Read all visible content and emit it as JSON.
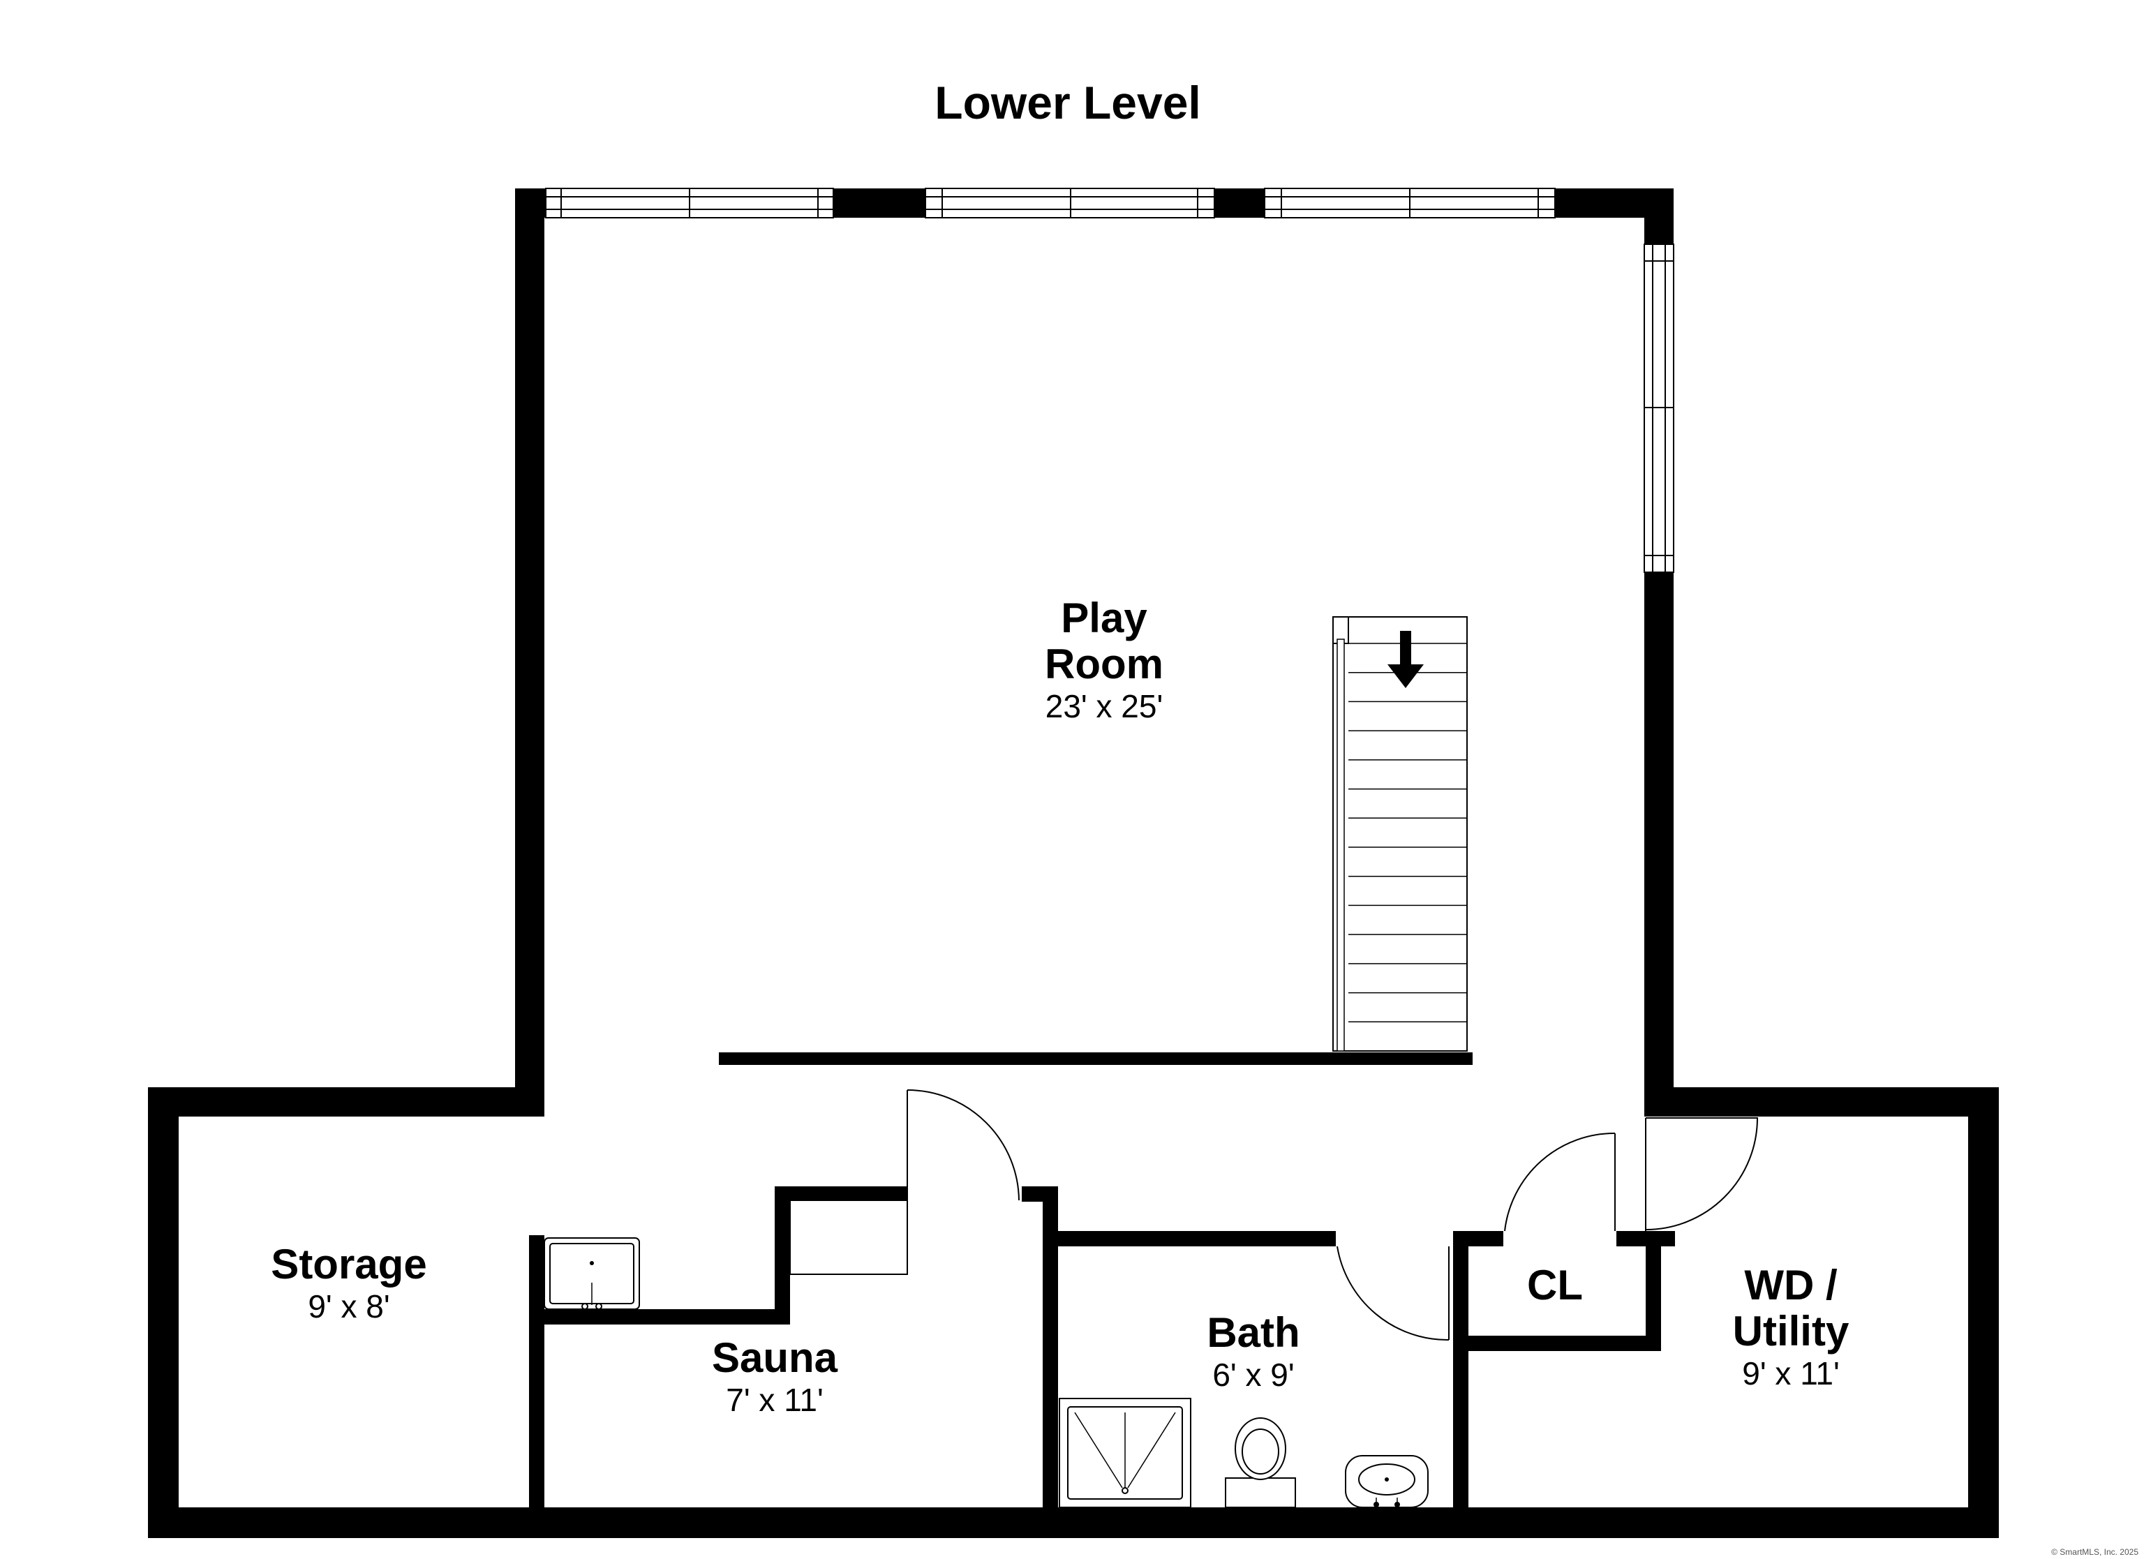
{
  "title": "Lower Level",
  "rooms": {
    "play_room": {
      "name_line1": "Play",
      "name_line2": "Room",
      "dims": "23' x 25'"
    },
    "storage": {
      "name": "Storage",
      "dims": "9' x 8'"
    },
    "sauna": {
      "name": "Sauna",
      "dims": "7' x 11'"
    },
    "bath": {
      "name": "Bath",
      "dims": "6' x 9'"
    },
    "closet": {
      "name": "CL"
    },
    "wd_utility": {
      "name_line1": "WD /",
      "name_line2": "Utility",
      "dims": "9' x 11'"
    }
  },
  "copyright": "© SmartMLS, Inc. 2025",
  "colors": {
    "wall": "#000000",
    "background": "#ffffff"
  }
}
